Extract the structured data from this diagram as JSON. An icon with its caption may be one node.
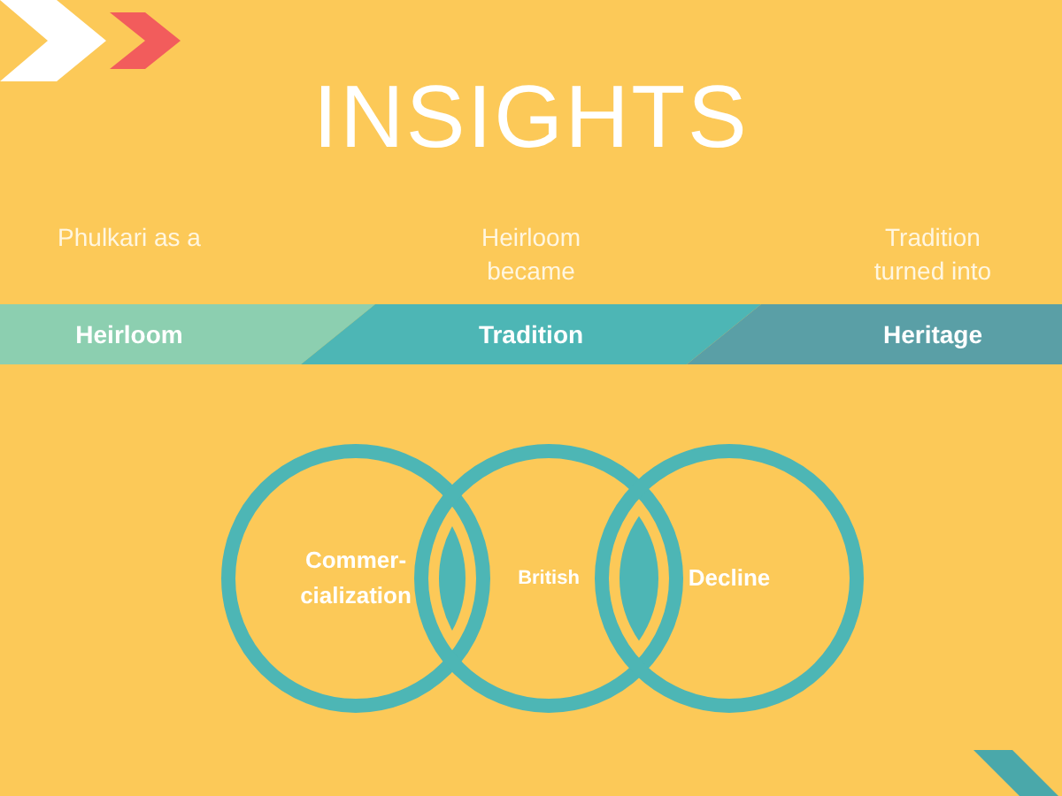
{
  "diagram": {
    "title": "INSIGHTS",
    "nodes": [
      {
        "text": [
          "Heirloom"
        ],
        "beside": [
          "Phulkari as a"
        ]
      },
      {
        "text": [
          "Tradition"
        ],
        "beside": [
          "Heirloom became"
        ]
      },
      {
        "text": [
          "Heritage"
        ],
        "beside": [
          "Tradition turned into"
        ]
      },
      {
        "text": [
          "Commer- cialization"
        ]
      },
      {
        "text": [
          "British"
        ]
      },
      {
        "text": [
          "Decline"
        ]
      }
    ]
  }
}
